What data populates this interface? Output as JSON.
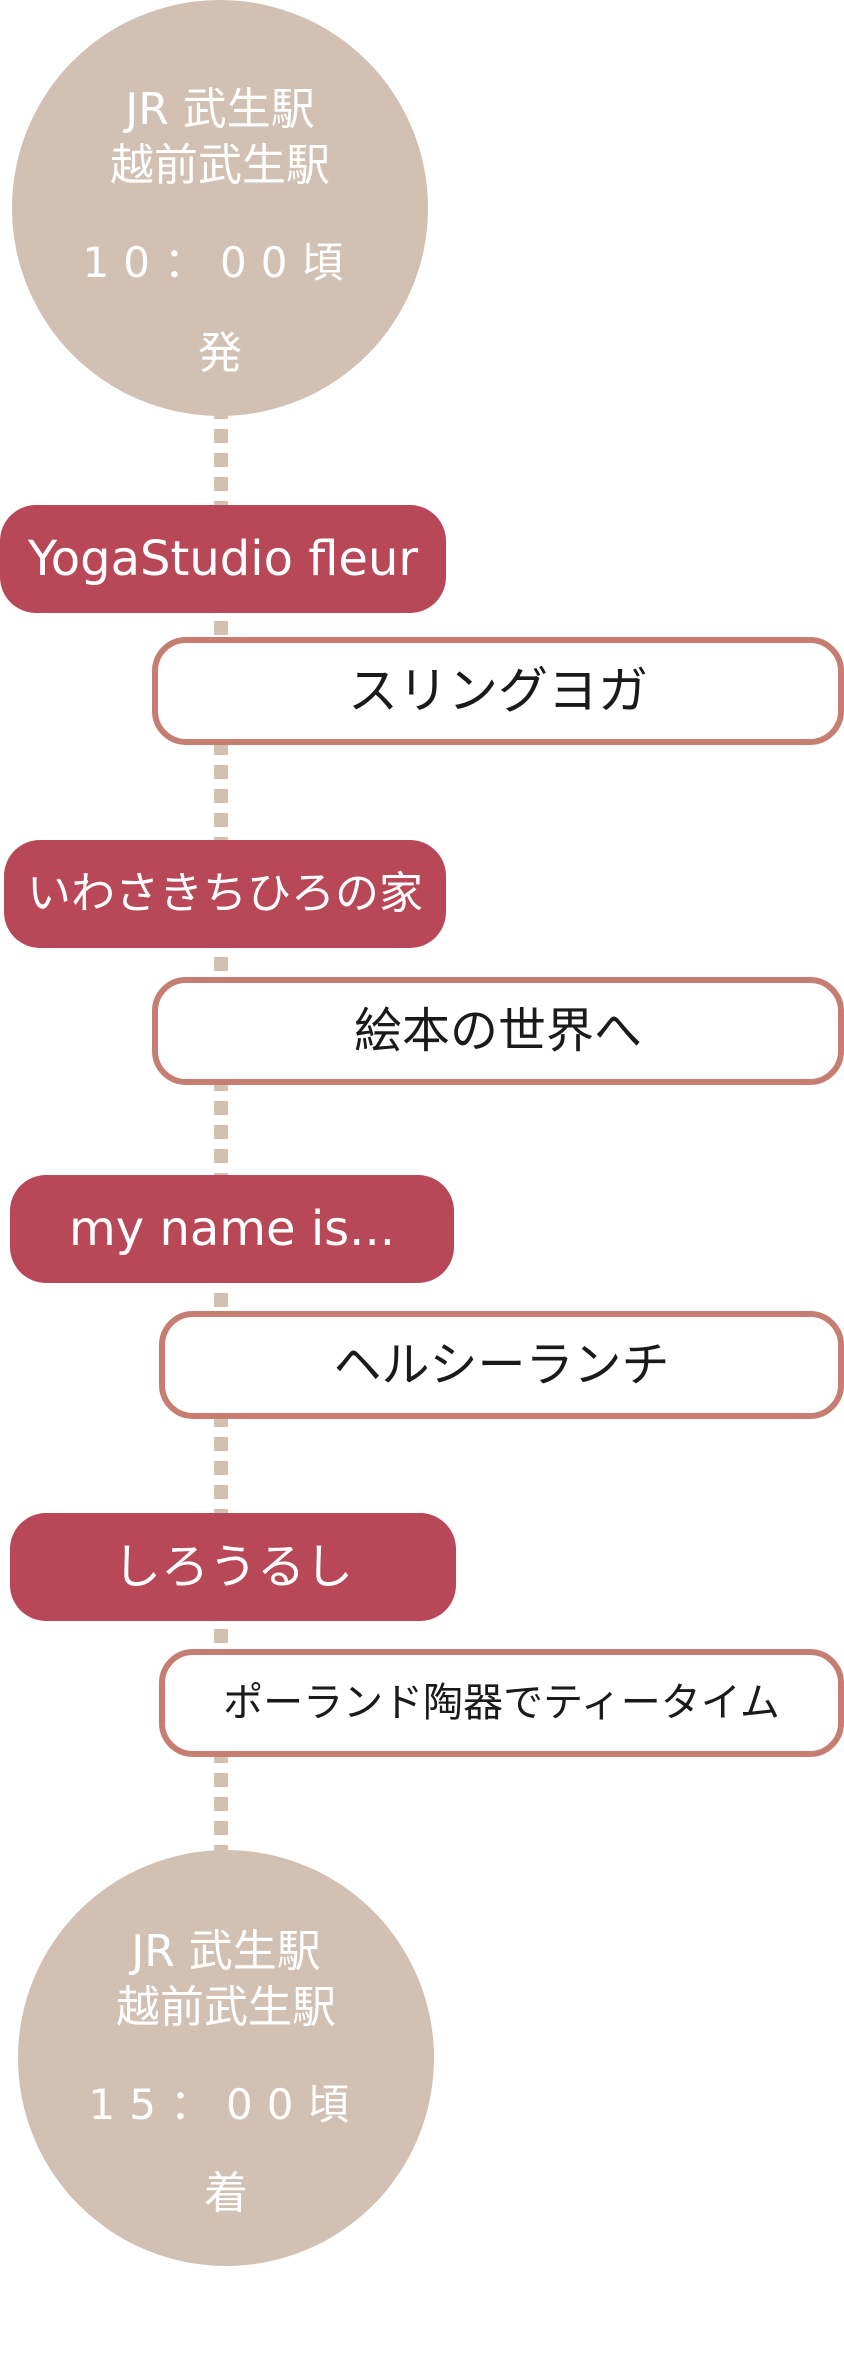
{
  "start": {
    "line1": "JR 武生駅",
    "line2": "越前武生駅",
    "time": "10：00頃",
    "tag": "発"
  },
  "stops": [
    {
      "place": "YogaStudio fleur",
      "activity": "スリングヨガ"
    },
    {
      "place": "いわさきちひろの家",
      "activity": "絵本の世界へ"
    },
    {
      "place": "my name is...",
      "activity": "ヘルシーランチ"
    },
    {
      "place": "しろうるし",
      "activity": "ポーランド陶器でティータイム"
    }
  ],
  "end": {
    "line1": "JR 武生駅",
    "line2": "越前武生駅",
    "time": "15：00頃",
    "tag": "着"
  },
  "colors": {
    "station": "#d2c0b2",
    "place": "#b84757",
    "activity_border": "#c67d72"
  }
}
